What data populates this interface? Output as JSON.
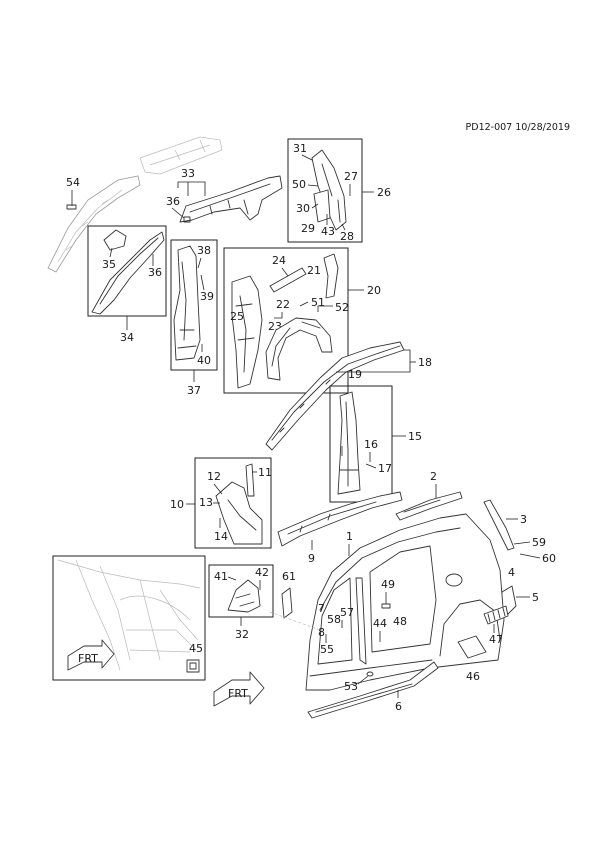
{
  "header": {
    "doc_ref": "PD12-007 10/28/2019"
  },
  "callouts": {
    "c1": "1",
    "c2": "2",
    "c3": "3",
    "c4": "4",
    "c5": "5",
    "c6": "6",
    "c7": "7",
    "c8": "8",
    "c9": "9",
    "c10": "10",
    "c11": "11",
    "c12": "12",
    "c13": "13",
    "c14": "14",
    "c15": "15",
    "c16": "16",
    "c17": "17",
    "c18": "18",
    "c19": "19",
    "c20": "20",
    "c21": "21",
    "c22": "22",
    "c23": "23",
    "c24": "24",
    "c25": "25",
    "c26": "26",
    "c27": "27",
    "c28": "28",
    "c29": "29",
    "c30": "30",
    "c31": "31",
    "c32": "32",
    "c33": "33",
    "c34": "34",
    "c35": "35",
    "c36a": "36",
    "c36b": "36",
    "c37": "37",
    "c38": "38",
    "c39": "39",
    "c40": "40",
    "c41": "41",
    "c42": "42",
    "c43": "43",
    "c44": "44",
    "c45": "45",
    "c46": "46",
    "c47": "47",
    "c48": "48",
    "c49": "49",
    "c50": "50",
    "c51": "51",
    "c52": "52",
    "c53": "53",
    "c54": "54",
    "c55": "55",
    "c57": "57",
    "c58": "58",
    "c59": "59",
    "c60": "60",
    "c61": "61"
  },
  "front_markers": {
    "label": "FRT"
  },
  "colors": {
    "line": "#222222",
    "ghost": "#bbbbbb",
    "part_fill": "#ffffff"
  },
  "icons": {
    "front_arrow": "front-direction-arrow-icon"
  }
}
